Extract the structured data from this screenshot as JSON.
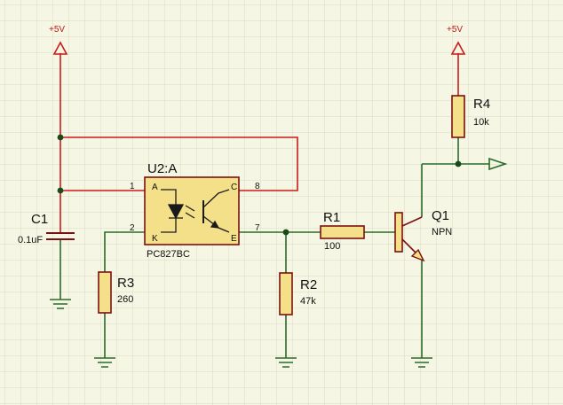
{
  "power": {
    "left_label": "+5V",
    "right_label": "+5V"
  },
  "components": {
    "c1": {
      "ref": "C1",
      "value": "0.1uF"
    },
    "u2": {
      "ref": "U2:A",
      "part": "PC827BC",
      "pin1": "1",
      "pin2": "2",
      "pin7": "7",
      "pin8": "8",
      "pinA": "A",
      "pinK": "K",
      "pinC": "C",
      "pinE": "E"
    },
    "r1": {
      "ref": "R1",
      "value": "100"
    },
    "r2": {
      "ref": "R2",
      "value": "47k"
    },
    "r3": {
      "ref": "R3",
      "value": "260"
    },
    "r4": {
      "ref": "R4",
      "value": "10k"
    },
    "q1": {
      "ref": "Q1",
      "type": "NPN"
    }
  },
  "colors": {
    "background": "#f6f6e4",
    "grid": "#d9d9c4",
    "power_wire": "#cc1a1a",
    "signal_wire": "#2a6b2a",
    "component_outline": "#7a1010",
    "component_fill": "#f5e08a"
  }
}
